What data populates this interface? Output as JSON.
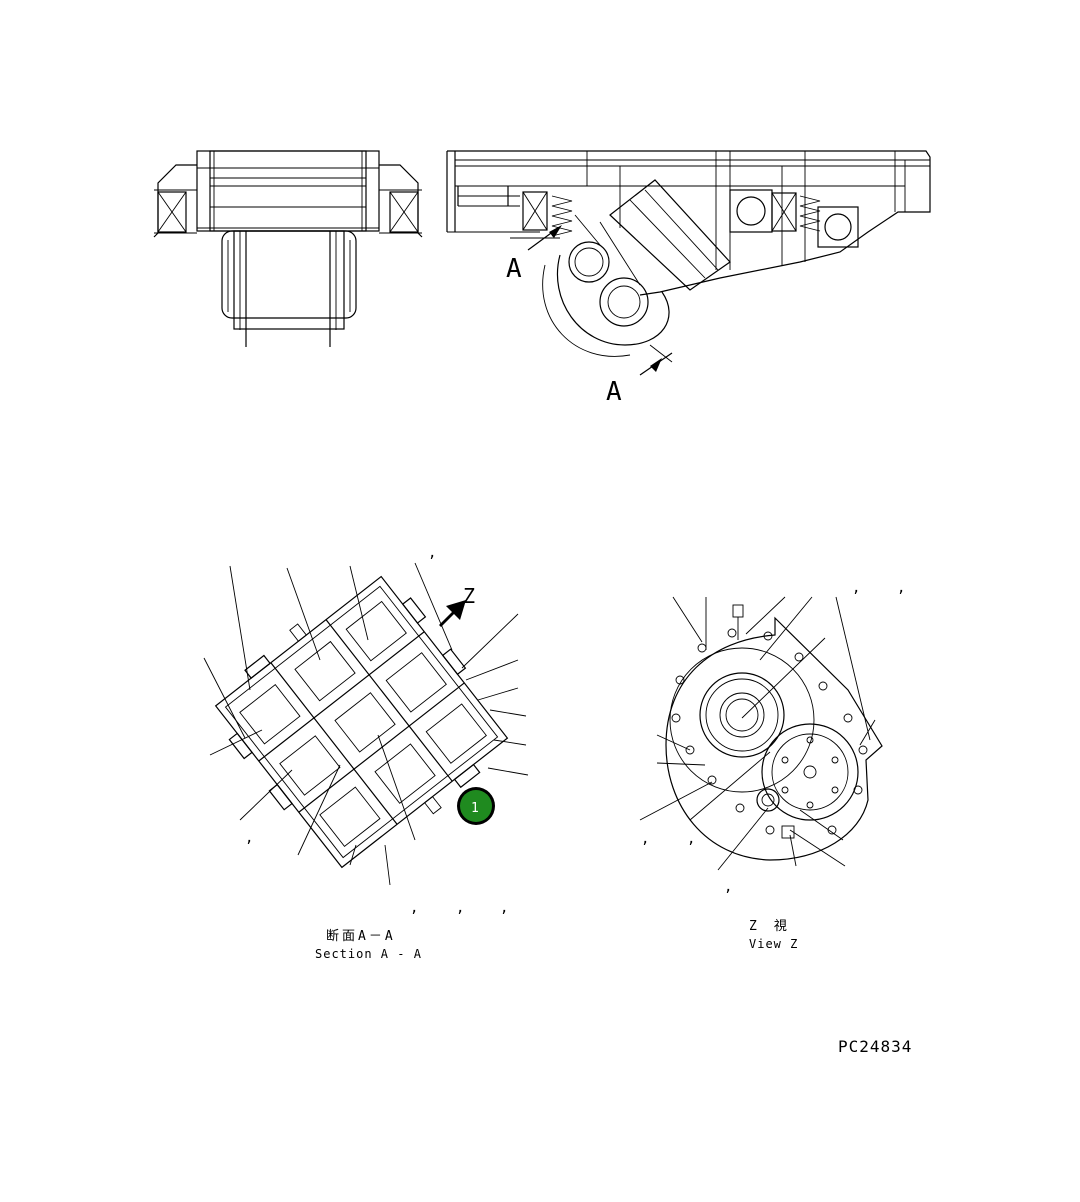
{
  "section_marks": {
    "top_left": "A",
    "bottom_right": "A"
  },
  "view_marker": "Z",
  "section_caption": {
    "jp": "断面A－A",
    "en": "Section A - A"
  },
  "view_caption": {
    "jp": "Z　視",
    "en": "View Z"
  },
  "callout": {
    "number": "1",
    "color": "#1f8a1f"
  },
  "drawing_number": "PC24834"
}
